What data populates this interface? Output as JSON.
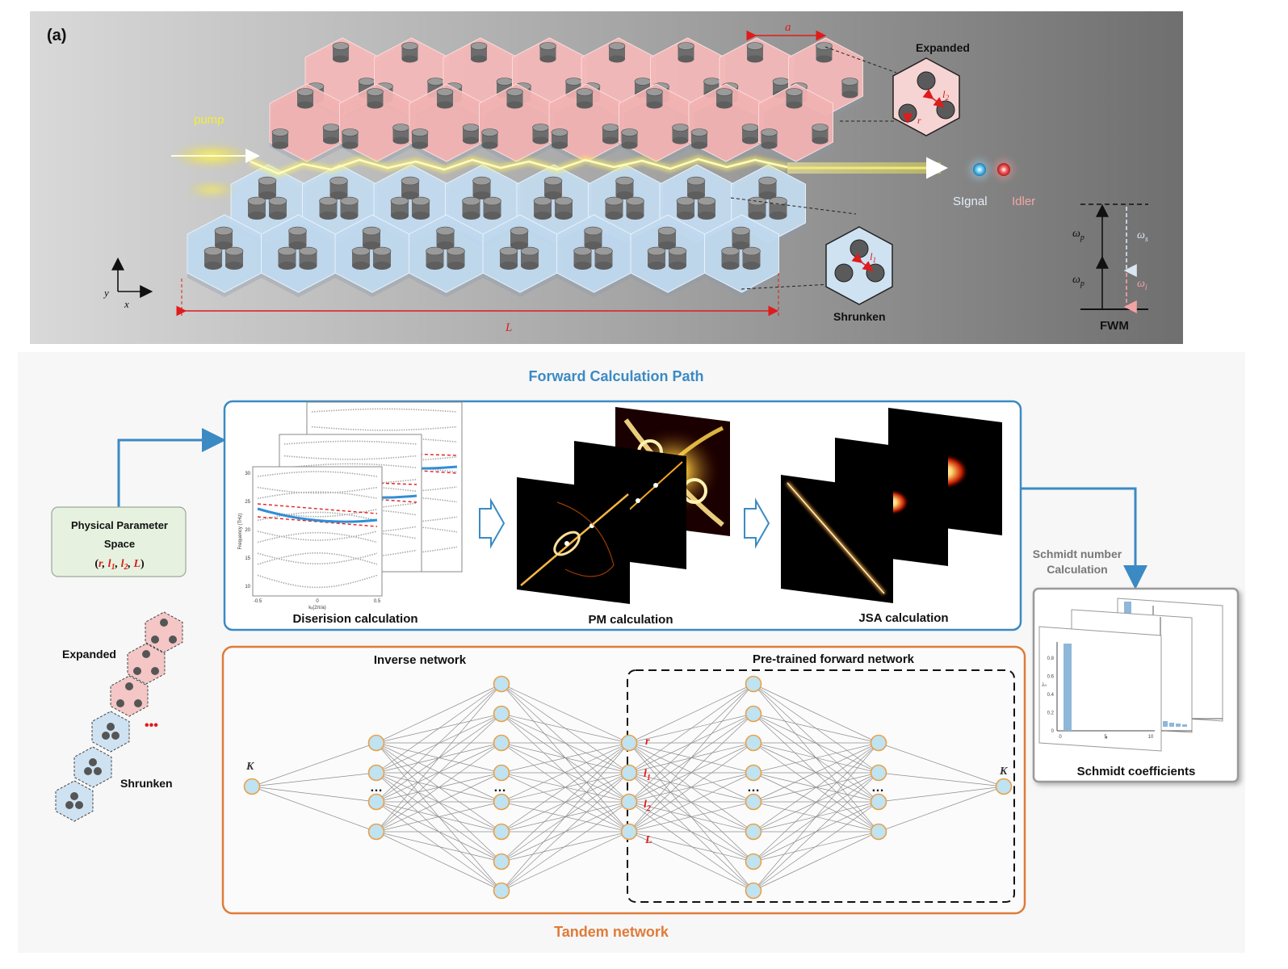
{
  "panel_a": {
    "panel_label": "(a)",
    "pump_label": "pump",
    "signal_label": "SIgnal",
    "idler_label": "Idler",
    "lattice_const_label": "a",
    "length_label": "L",
    "axis_y_label": "y",
    "axis_x_label": "x",
    "expanded_inset": {
      "title": "Expanded",
      "l2_label": "l",
      "l2_sub": "2",
      "r_label": "r"
    },
    "shrunken_inset": {
      "title": "Shrunken",
      "l1_label": "l",
      "l1_sub": "1"
    },
    "fwm": {
      "title": "FWM",
      "omega": "ω",
      "sub_p": "p",
      "sub_s": "s",
      "sub_i": "i"
    }
  },
  "panel_b": {
    "forward_title": "Forward Calculation Path",
    "param_space": {
      "line1": "Physical Parameter",
      "line2": "Space",
      "open": "(",
      "r": "r",
      "sep": ", ",
      "l": "l",
      "sub1": "1",
      "sub2": "2",
      "L": "L",
      "close": ")"
    },
    "stages": {
      "dispersion": "Diserision calculation",
      "pm": "PM calculation",
      "jsa": "JSA calculation"
    },
    "dispersion_axis": {
      "y_label": "Frequency (THz)",
      "x_label": "kₓ(2π/a)",
      "y_ticks": [
        "10",
        "15",
        "20",
        "25",
        "30"
      ],
      "x_ticks": [
        "-0.5",
        "0",
        "0.5"
      ]
    },
    "schmidt_calc": {
      "line1": "Schmidt number",
      "line2": "Calculation"
    },
    "schmidt_title": "Schmidt coefficients",
    "schmidt_axis": {
      "y_label": "λₙ",
      "x_label": "n",
      "y_ticks": [
        "0",
        "0.2",
        "0.4",
        "0.6",
        "0.8"
      ],
      "x_ticks": [
        "0",
        "5",
        "10"
      ]
    },
    "tandem": {
      "title": "Tandem network",
      "inverse_title": "Inverse network",
      "forward_title": "Pre-trained forward network",
      "input_label": "K",
      "output_label": "K",
      "ellipsis": "…",
      "param_r": "r",
      "param_l": "l",
      "sub1": "1",
      "sub2": "2",
      "param_L": "L"
    },
    "chain": {
      "expanded_label": "Expanded",
      "shrunken_label": "Shrunken",
      "dots": "•••"
    }
  },
  "colors": {
    "forward_blue": "#3b8ac4",
    "tandem_orange": "#e07b39",
    "node_fill": "#bfe3f1",
    "node_stroke": "#e8a04a",
    "param_red": "#e01b1b",
    "expanded_pink": "#f4c6c6",
    "shrunken_blue": "#cfe2f2",
    "green_box": "#e6f2df"
  }
}
